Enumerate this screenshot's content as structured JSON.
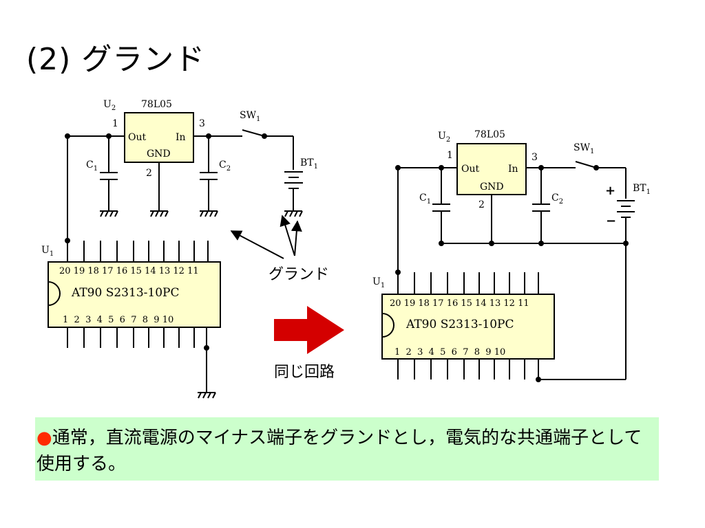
{
  "slide": {
    "title": "(2) グランド"
  },
  "left_circuit": {
    "regulator_ref": "U",
    "regulator_ref_sub": "2",
    "regulator_part": "78L05",
    "pin_out_num": "1",
    "pin_in_num": "3",
    "pin_gnd_num": "2",
    "pin_out_label": "Out",
    "pin_in_label": "In",
    "pin_gnd_label": "GND",
    "switch_ref": "SW",
    "switch_ref_sub": "1",
    "battery_ref": "BT",
    "battery_ref_sub": "1",
    "cap1_ref": "C",
    "cap1_ref_sub": "1",
    "cap2_ref": "C",
    "cap2_ref_sub": "2",
    "mcu_ref": "U",
    "mcu_ref_sub": "1",
    "mcu_part": "AT90 S2313-10PC",
    "mcu_top_pins": "20 19 18 17 16 15 14 13 12 11",
    "mcu_bottom_pins": "1  2  3  4  5  6  7  8  9 10"
  },
  "right_circuit": {
    "regulator_ref": "U",
    "regulator_ref_sub": "2",
    "regulator_part": "78L05",
    "pin_out_num": "1",
    "pin_in_num": "3",
    "pin_gnd_num": "2",
    "pin_out_label": "Out",
    "pin_in_label": "In",
    "pin_gnd_label": "GND",
    "switch_ref": "SW",
    "switch_ref_sub": "1",
    "battery_ref": "BT",
    "battery_ref_sub": "1",
    "battery_plus": "+",
    "battery_minus": "−",
    "cap1_ref": "C",
    "cap1_ref_sub": "1",
    "cap2_ref": "C",
    "cap2_ref_sub": "2",
    "mcu_ref": "U",
    "mcu_ref_sub": "1",
    "mcu_part": "AT90 S2313-10PC",
    "mcu_top_pins": "20 19 18 17 16 15 14 13 12 11",
    "mcu_bottom_pins": "1  2  3  4  5  6  7  8  9 10"
  },
  "annotations": {
    "ground_label": "グランド",
    "same_circuit_label": "同じ回路"
  },
  "note": {
    "bullet": "●",
    "text": "通常，直流電源のマイナス端子をグランドとし，電気的な共通端子として使用する。"
  },
  "colors": {
    "chip_fill": "#ffffcc",
    "arrow_red": "#d40000",
    "note_bg": "#ccffcc",
    "bullet": "#ff2a00"
  }
}
